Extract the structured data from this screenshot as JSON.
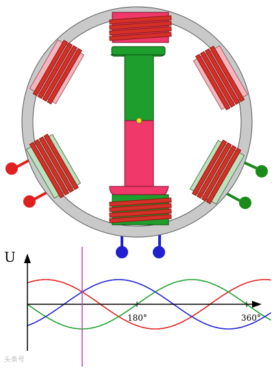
{
  "labels": {
    "y_axis": "U",
    "tick_180": "180°",
    "tick_360": "360°"
  },
  "watermark": "头条号",
  "chart_data": {
    "type": "line",
    "x_unit": "degrees",
    "xlim": [
      0,
      400
    ],
    "ylim": [
      -1,
      1
    ],
    "x_ticks": [
      180,
      360
    ],
    "marker_x": 90,
    "series": [
      {
        "color": "#e02020",
        "phase_deg": 60,
        "x": [
          0,
          400
        ]
      },
      {
        "color": "#20a030",
        "phase_deg": 180,
        "x": [
          0,
          400
        ]
      },
      {
        "color": "#2020d0",
        "phase_deg": 300,
        "x": [
          0,
          400
        ]
      }
    ]
  },
  "colors": {
    "ring": "#c9c9c9",
    "coil": "#d43027",
    "coil_dark": "#8a1a14",
    "red_pole_light": "#f4b6bc",
    "red_pole": "#f0386a",
    "green_pole_light": "#bfe0bf",
    "green_pole": "#1e9e2c",
    "blue_terminal": "#2020d0",
    "red_terminal": "#e02020",
    "green_terminal": "#1a8a1a",
    "magenta_marker": "#c040c0",
    "rotor_center": "#e8e030"
  }
}
